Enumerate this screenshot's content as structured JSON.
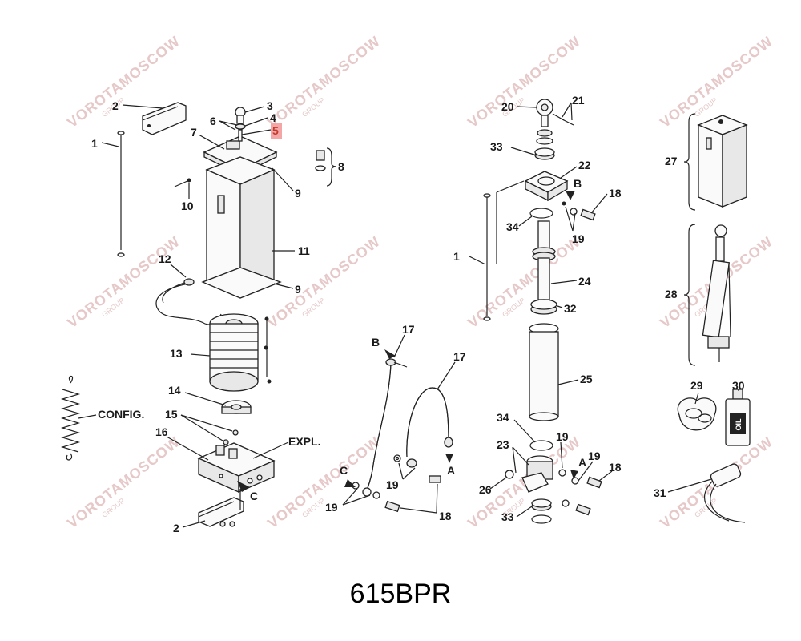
{
  "diagram": {
    "title": "615BPR",
    "callouts": [
      {
        "id": "c1a",
        "text": "1"
      },
      {
        "id": "c1b",
        "text": "1"
      },
      {
        "id": "c2a",
        "text": "2"
      },
      {
        "id": "c2b",
        "text": "2"
      },
      {
        "id": "c3",
        "text": "3"
      },
      {
        "id": "c4",
        "text": "4"
      },
      {
        "id": "c5",
        "text": "5",
        "highlight": true
      },
      {
        "id": "c6",
        "text": "6"
      },
      {
        "id": "c7",
        "text": "7"
      },
      {
        "id": "c8",
        "text": "8"
      },
      {
        "id": "c9a",
        "text": "9"
      },
      {
        "id": "c9b",
        "text": "9"
      },
      {
        "id": "c10",
        "text": "10"
      },
      {
        "id": "c11",
        "text": "11"
      },
      {
        "id": "c12",
        "text": "12"
      },
      {
        "id": "c13",
        "text": "13"
      },
      {
        "id": "c14",
        "text": "14"
      },
      {
        "id": "c15",
        "text": "15"
      },
      {
        "id": "c16",
        "text": "16"
      },
      {
        "id": "c17a",
        "text": "17"
      },
      {
        "id": "c17b",
        "text": "17"
      },
      {
        "id": "c18a",
        "text": "18"
      },
      {
        "id": "c18b",
        "text": "18"
      },
      {
        "id": "c18c",
        "text": "18"
      },
      {
        "id": "c19a",
        "text": "19"
      },
      {
        "id": "c19b",
        "text": "19"
      },
      {
        "id": "c19c",
        "text": "19"
      },
      {
        "id": "c19d",
        "text": "19"
      },
      {
        "id": "c19e",
        "text": "19"
      },
      {
        "id": "c20",
        "text": "20"
      },
      {
        "id": "c21",
        "text": "21"
      },
      {
        "id": "c22",
        "text": "22"
      },
      {
        "id": "c23",
        "text": "23"
      },
      {
        "id": "c24",
        "text": "24"
      },
      {
        "id": "c25",
        "text": "25"
      },
      {
        "id": "c26",
        "text": "26"
      },
      {
        "id": "c27",
        "text": "27"
      },
      {
        "id": "c28",
        "text": "28"
      },
      {
        "id": "c29",
        "text": "29"
      },
      {
        "id": "c30",
        "text": "30"
      },
      {
        "id": "c31",
        "text": "31"
      },
      {
        "id": "c32",
        "text": "32"
      },
      {
        "id": "c33a",
        "text": "33"
      },
      {
        "id": "c33b",
        "text": "33"
      },
      {
        "id": "c34a",
        "text": "34"
      },
      {
        "id": "c34b",
        "text": "34"
      }
    ],
    "annotations": {
      "config": "CONFIG.",
      "expl": "EXPL.",
      "port_a1": "A",
      "port_a2": "A",
      "port_b1": "B",
      "port_b2": "B",
      "port_c1": "C",
      "port_c2": "C",
      "oil_label": "OIL"
    },
    "watermark": {
      "main": "VOROTAMOSCOW",
      "sub": "GROUP"
    },
    "highlight_color": "#f4a6a6"
  }
}
